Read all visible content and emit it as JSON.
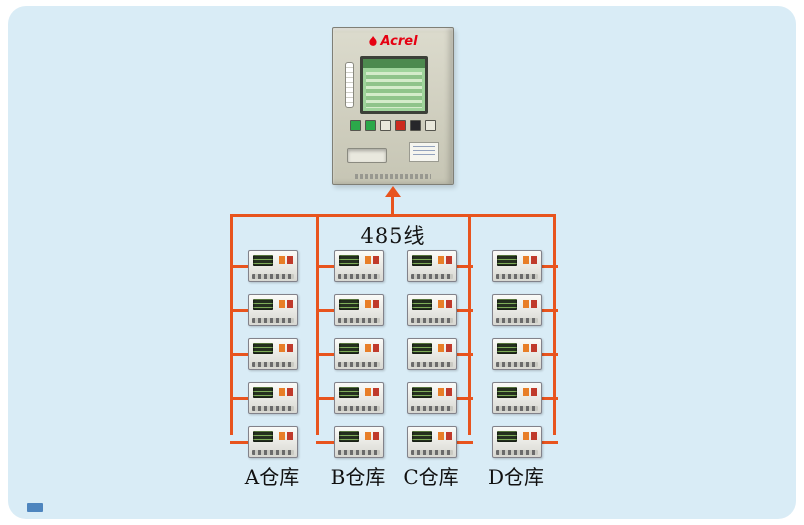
{
  "colors": {
    "accent": "#e8541e",
    "panel_background": "#d9ecf6",
    "logo_red": "#e60012"
  },
  "cabinet": {
    "brand": "Acrel"
  },
  "bus": {
    "label": "485线"
  },
  "warehouses": [
    {
      "label": "A仓库",
      "device_count": 5
    },
    {
      "label": "B仓库",
      "device_count": 5
    },
    {
      "label": "C仓库",
      "device_count": 5
    },
    {
      "label": "D仓库",
      "device_count": 5
    }
  ]
}
